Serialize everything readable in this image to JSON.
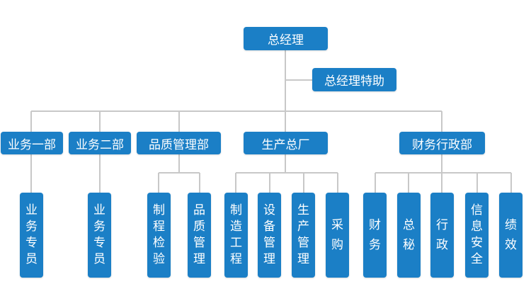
{
  "colors": {
    "box": "#1b7fc6",
    "text": "#ffffff",
    "line": "#c8c8c8"
  },
  "nodes": {
    "gm": "总经理",
    "assistant": "总经理特助",
    "biz1": "业务一部",
    "biz2": "业务二部",
    "quality": "品质管理部",
    "factory": "生产总厂",
    "finance": "财务行政部",
    "biz1_rep": "业务专员",
    "biz2_rep": "业务专员",
    "qc_inspect": "制程检验",
    "qc_manage": "品质管理",
    "mfg_eng": "制造工程",
    "equip_mgmt": "设备管理",
    "prod_mgmt": "生产管理",
    "purchase": "采 购",
    "fin": "财 务",
    "secretary": "总 秘",
    "admin": "行 政",
    "infosec": "信息安全",
    "perf": "绩 效"
  }
}
